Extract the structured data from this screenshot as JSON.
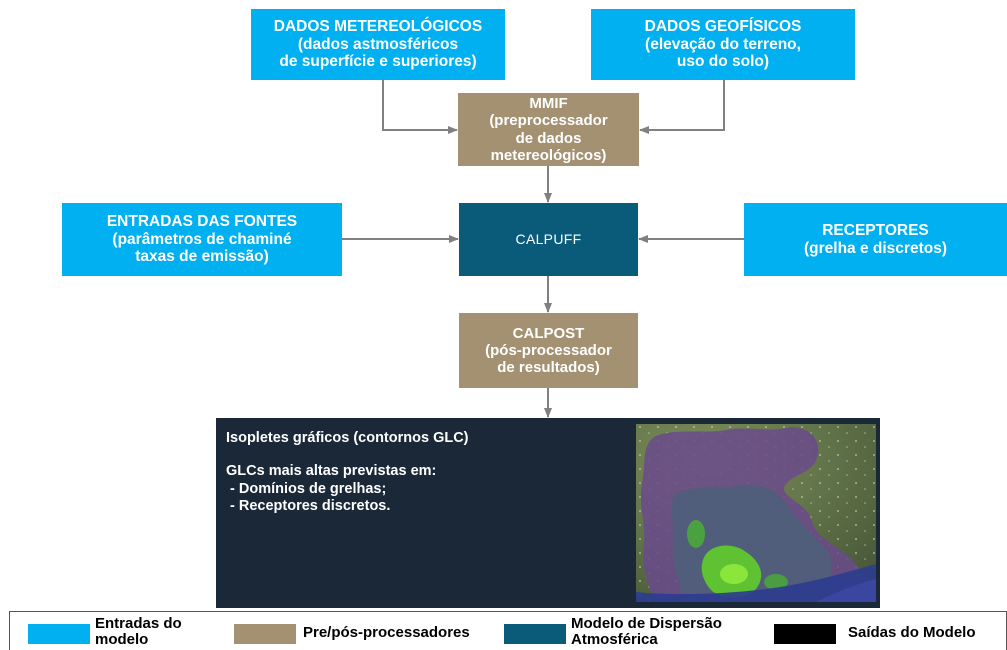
{
  "diagram": {
    "meteo": {
      "lines": [
        "DADOS METEREOLÓGICOS",
        "(dados astmosféricos",
        "de superfície e superiores)"
      ]
    },
    "geo": {
      "lines": [
        "DADOS GEOFÍSICOS",
        "(elevação do terreno,",
        "uso do solo)"
      ]
    },
    "mmif": {
      "lines": [
        "MMIF",
        "(preprocessador",
        "de dados",
        "metereológicos)"
      ]
    },
    "sources": {
      "lines": [
        "ENTRADAS DAS FONTES",
        "(parâmetros de chaminé",
        "taxas de emissão)"
      ]
    },
    "calpuff": {
      "label": "CALPUFF"
    },
    "receptors": {
      "lines": [
        "RECEPTORES",
        "(grelha e discretos)"
      ]
    },
    "calpost": {
      "lines": [
        "CALPOST",
        "(pós-processador",
        "de resultados)"
      ]
    },
    "output": {
      "lines": [
        "Isopletes gráficos (contornos GLC)",
        "",
        "GLCs mais altas previstas em:",
        " - Domínios de grelhas;",
        " - Receptores discretos."
      ]
    }
  },
  "legend": {
    "items": [
      {
        "label_lines": [
          "Entradas do",
          "modelo"
        ],
        "color": "#00b0f0"
      },
      {
        "label_lines": [
          "Pre/pós-processadores"
        ],
        "color": "#a39171"
      },
      {
        "label_lines": [
          "Modelo de Dispersão",
          "Atmosférica"
        ],
        "color": "#0a5b7a"
      },
      {
        "label_lines": [
          "Saídas do Modelo"
        ],
        "color": "#000000"
      }
    ]
  },
  "colors": {
    "input_blue": "#00b0f0",
    "processor_tan": "#a39171",
    "model_teal": "#0a5b7a",
    "output_dark": "#1b2838",
    "arrow_gray": "#808080"
  }
}
